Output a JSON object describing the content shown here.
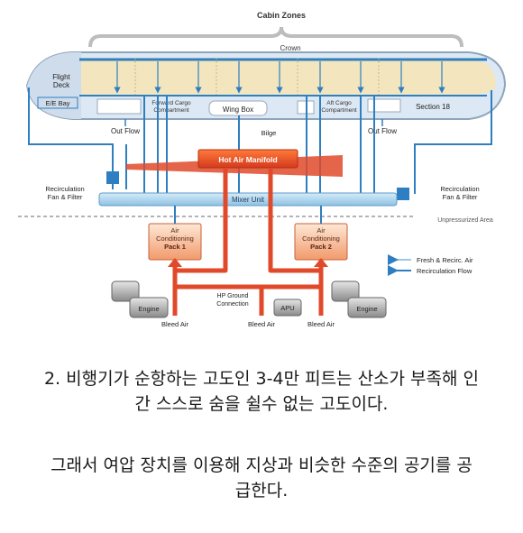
{
  "diagram": {
    "cabin_zones": "Cabin Zones",
    "crown": "Crown",
    "flight_deck": "Flight\nDeck",
    "ee_bay": "E/E Bay",
    "forward_cargo": "Forward Cargo\nCompartment",
    "wing_box": "Wing Box",
    "aft_cargo": "Aft Cargo\nCompartment",
    "section_18": "Section 18",
    "out_flow_left": "Out Flow",
    "out_flow_right": "Out Flow",
    "bilge": "Bilge",
    "hot_air_manifold": "Hot Air Manifold",
    "recirc_left": "Recirculation\nFan & Filter",
    "recirc_right": "Recirculation\nFan & Filter",
    "mixer_unit": "Mixer Unit",
    "unpressurized_area": "Unpressurized Area",
    "pack1": "Air\nConditioning\nPack 1",
    "pack2": "Air\nConditioning\nPack 2",
    "legend_fresh": "Fresh & Recirc. Air",
    "legend_recirc": "Recirculation Flow",
    "engine_left": "Engine",
    "engine_right": "Engine",
    "hp_ground": "HP Ground\nConnection",
    "apu": "APU",
    "bleed_left": "Bleed Air",
    "bleed_center": "Bleed Air",
    "bleed_right": "Bleed Air",
    "colors": {
      "fuselage_blue": "#2d7fc1",
      "hot_air": "#e04a2a",
      "cabin_fill": "#f3e6bf",
      "mixer": "#9cc8e8",
      "pack_fill": "#f6c9a8"
    }
  },
  "caption": {
    "line1a": "2. 비행기가 순항하는 고도인 3-4만 피트는 산소가 부족해 인",
    "line1b": "간 스스로 숨을 쉴수 없는 고도이다.",
    "line2a": "그래서 여압 장치를 이용해 지상과 비슷한 수준의 공기를 공",
    "line2b": "급한다."
  }
}
